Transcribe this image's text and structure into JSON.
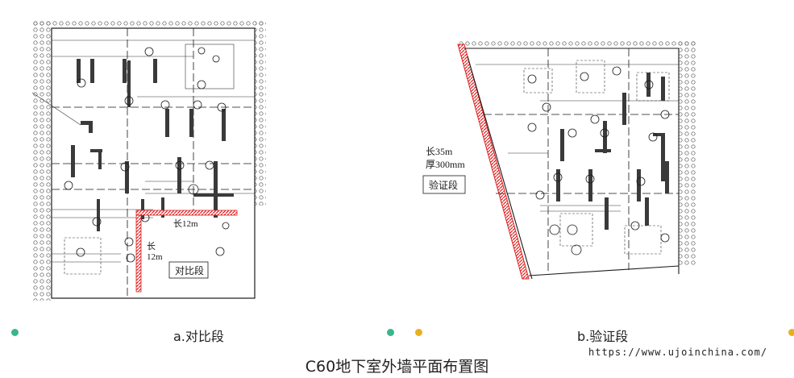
{
  "title": "C60地下室外墙平面布置图",
  "watermark": "https://www.ujoinchina.com/",
  "panel_a": {
    "caption": "a.对比段",
    "length_label_h": "长12m",
    "length_label_v1": "长",
    "length_label_v2": "12m",
    "box_label": "对比段"
  },
  "panel_b": {
    "caption": "b.验证段",
    "length_label": "长35m",
    "thickness_label": "厚300mm",
    "box_label": "验证段"
  },
  "colors": {
    "wall_highlight": "#e02020",
    "dot_teal": "#3bb58a",
    "dot_yellow": "#e8b020",
    "line": "#1a1a1a"
  }
}
